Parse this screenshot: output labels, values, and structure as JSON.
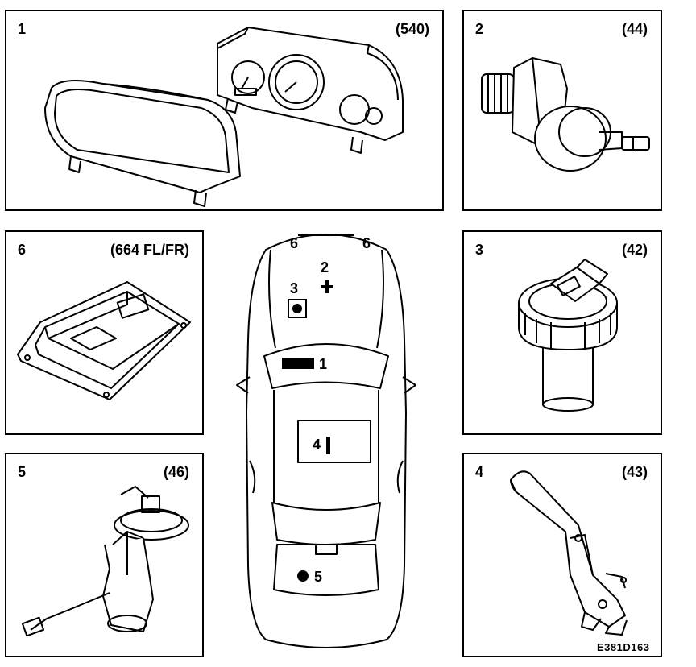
{
  "panels": {
    "p1": {
      "number": "1",
      "code": "(540)",
      "label": "instrument-cluster"
    },
    "p2": {
      "number": "2",
      "code": "(44)",
      "label": "oil-pressure-sensor"
    },
    "p6": {
      "number": "6",
      "code": "(664 FL/FR)",
      "label": "control-module"
    },
    "p3": {
      "number": "3",
      "code": "(42)",
      "label": "fuel-filler-switch"
    },
    "p5": {
      "number": "5",
      "code": "(46)",
      "label": "fuel-pump-unit"
    },
    "p4": {
      "number": "4",
      "code": "(43)",
      "label": "parking-brake-lever"
    }
  },
  "car_markers": {
    "m6_left": "6",
    "m6_right": "6",
    "m2": "2",
    "m3": "3",
    "m1": "1",
    "m4": "4",
    "m5": "5"
  },
  "figure_ref": "E381D163"
}
